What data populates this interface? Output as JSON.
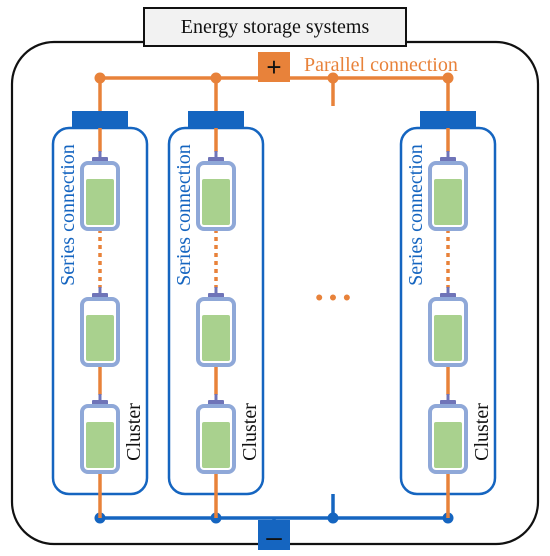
{
  "title": "Energy storage systems",
  "labels": {
    "parallel": "Parallel connection",
    "series": "Series connection",
    "cluster": "Cluster",
    "plus": "+",
    "minus": "–",
    "ellipsis": "• • •"
  },
  "colors": {
    "orange": "#E8823A",
    "blue": "#1565C0",
    "battery_fill": "#A9D18E",
    "battery_casing": "#8FA8D8",
    "battery_cap": "#6F74B8",
    "frame": "#111111",
    "title_bg": "#F2F2F2"
  },
  "clusters_shown": 3
}
